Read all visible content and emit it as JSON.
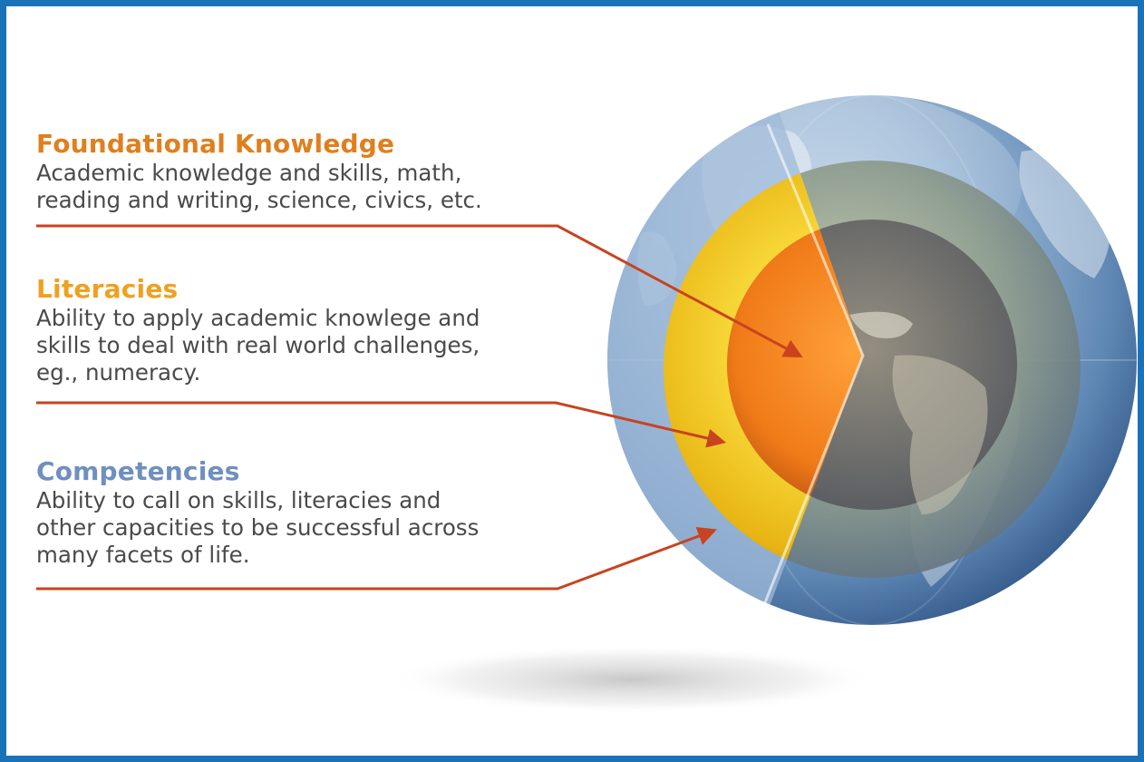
{
  "colors": {
    "border": "#1a73b8",
    "foundational_heading": "#e07f1f",
    "literacies_heading": "#f0a020",
    "competencies_heading": "#6f8fbf",
    "arrow": "#c8431e",
    "core": "#f07a18",
    "middle_ring": "#f2c21c",
    "globe": "#4f7fb2"
  },
  "sections": [
    {
      "heading": "Foundational Knowledge",
      "lines": [
        "Academic knowledge and skills, math,",
        "reading and writing, science, civics, etc."
      ]
    },
    {
      "heading": "Literacies",
      "lines": [
        "Ability to apply academic knowlege and",
        "skills to deal with real world challenges,",
        "eg., numeracy."
      ]
    },
    {
      "heading": "Competencies",
      "lines": [
        "Ability to call on skills, literacies and",
        "other capacities to be successful across",
        "many facets of life."
      ]
    }
  ]
}
